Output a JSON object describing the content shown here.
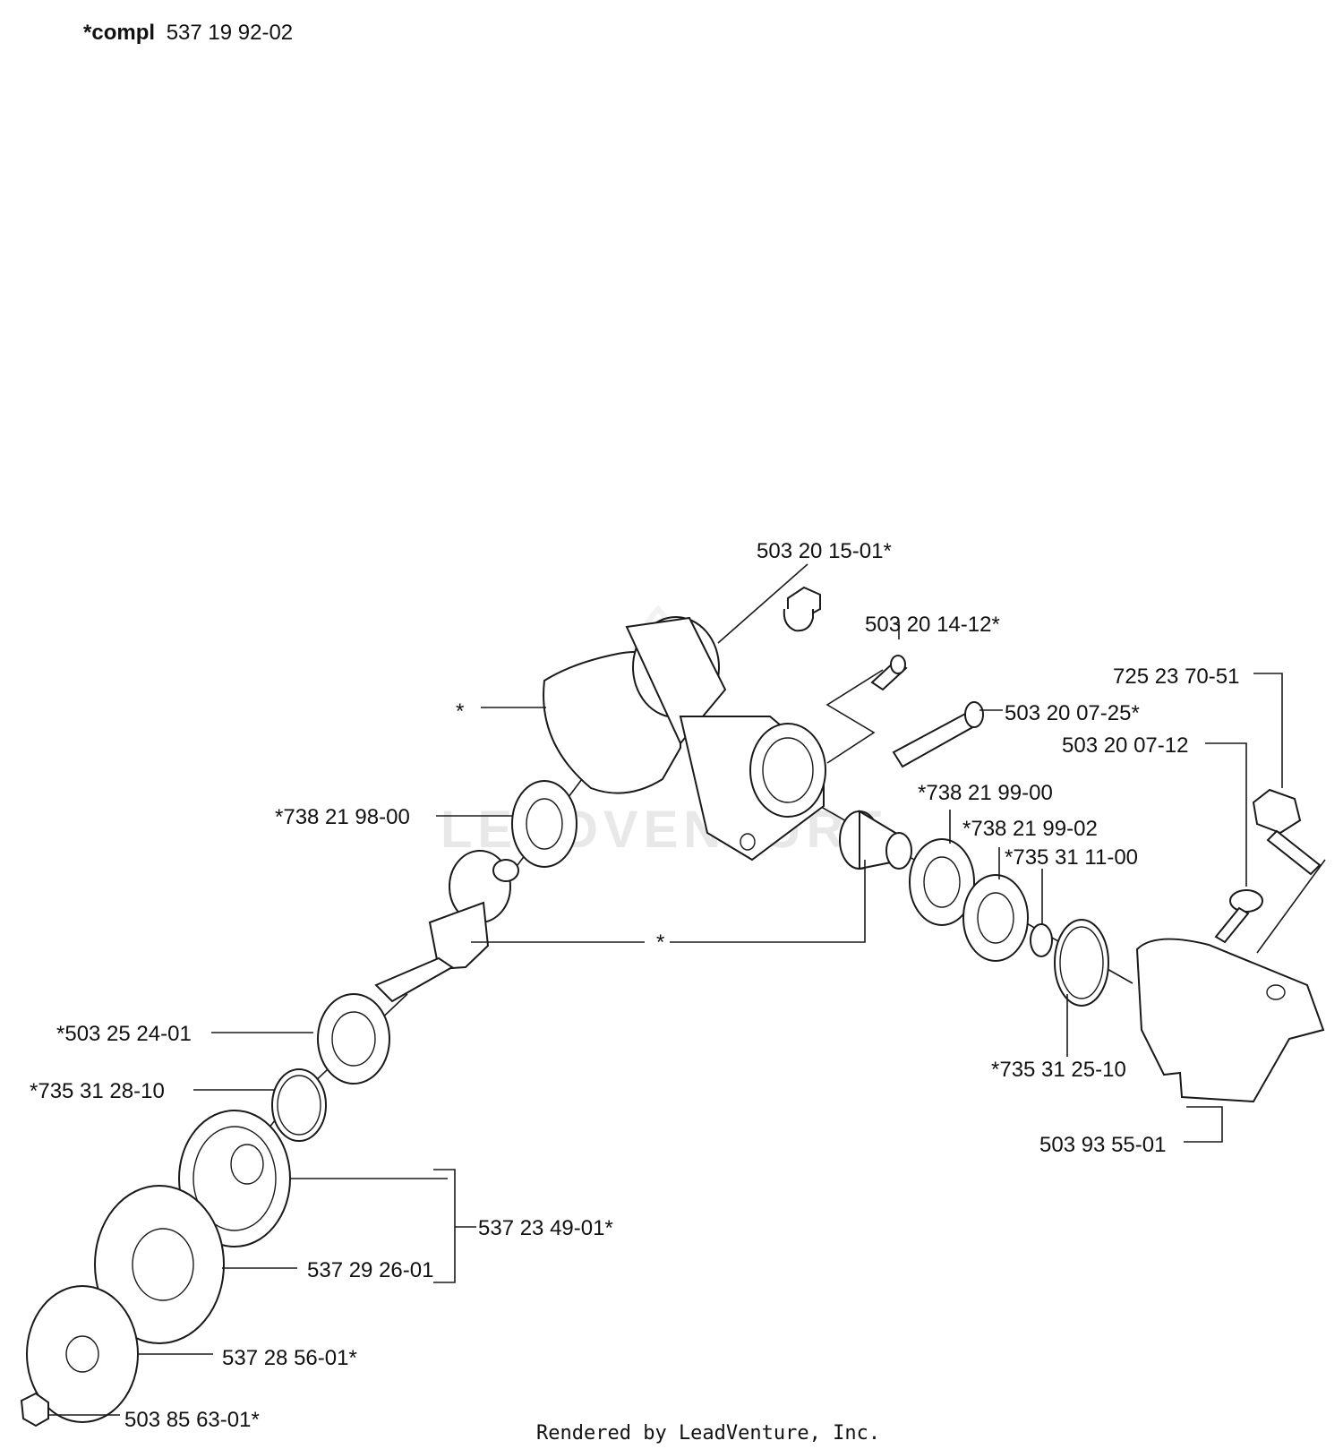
{
  "header": {
    "prefix": "*compl",
    "part_number": "537 19 92-02"
  },
  "watermark": "LEADVENTURE",
  "footer": "Rendered by LeadVenture, Inc.",
  "callouts": [
    "503 20 15-01*",
    "503 20 14-12*",
    "725 23 70-51",
    "*",
    "503 20 07-25*",
    "503 20 07-12",
    "*738 21 99-00",
    "*738 21 98-00",
    "*738 21 99-02",
    "*735 31 11-00",
    "*",
    "*503 25 24-01",
    "*735 31 25-10",
    "*735 31 28-10",
    "503 93 55-01",
    "537 23 49-01*",
    "537 29 26-01",
    "537 28 56-01*",
    "503 85 63-01*"
  ]
}
